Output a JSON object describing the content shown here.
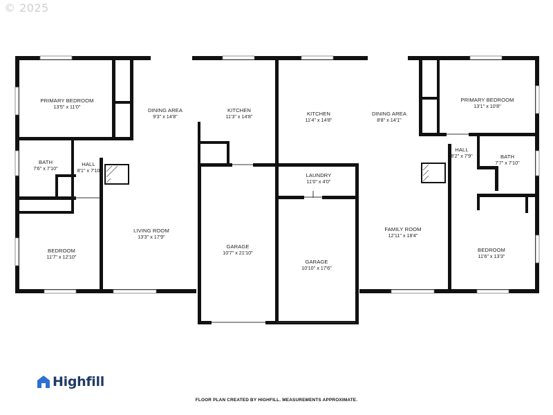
{
  "copyright": "© 2025",
  "rooms": {
    "primary_bedroom_left": {
      "name": "PRIMARY BEDROOM",
      "dims": "13'5\" x 11'0\""
    },
    "dining_area_left": {
      "name": "DINING AREA",
      "dims": "9'3\" x 14'8\""
    },
    "kitchen_left": {
      "name": "KITCHEN",
      "dims": "11'3\" x 14'8\""
    },
    "kitchen_right": {
      "name": "KITCHEN",
      "dims": "11'4\" x 14'8\""
    },
    "dining_area_right": {
      "name": "DINING AREA",
      "dims": "8'8\" x 14'1\""
    },
    "primary_bedroom_right": {
      "name": "PRIMARY BEDROOM",
      "dims": "13'1\" x 10'8\""
    },
    "bath_left": {
      "name": "BATH",
      "dims": "7'6\" x 7'10\""
    },
    "hall_left": {
      "name": "HALL",
      "dims": "8'1\" x 7'10"
    },
    "laundry": {
      "name": "LAUNDRY",
      "dims": "11'0\" x 4'0\""
    },
    "hall_right": {
      "name": "HALL",
      "dims": "8'2\" x 7'9\""
    },
    "bath_right": {
      "name": "BATH",
      "dims": "7'7\" x 7'10\""
    },
    "living_room": {
      "name": "LIVING ROOM",
      "dims": "13'3\" x 17'9\""
    },
    "garage_left": {
      "name": "GARAGE",
      "dims": "10'7\" x 21'10\""
    },
    "garage_right": {
      "name": "GARAGE",
      "dims": "10'10\" x 17'6\""
    },
    "family_room": {
      "name": "FAMILY ROOM",
      "dims": "12'11\" x 18'4\""
    },
    "bedroom_left": {
      "name": "BEDROOM",
      "dims": "11'7\" x 12'10\""
    },
    "bedroom_right": {
      "name": "BEDROOM",
      "dims": "11'6\" x 13'3\""
    }
  },
  "brand": {
    "name": "Highfill",
    "icon": "house-logo-icon",
    "color": "#1f3b67"
  },
  "footer": "FLOOR PLAN CREATED BY HIGHFILL. MEASUREMENTS APPROXIMATE."
}
